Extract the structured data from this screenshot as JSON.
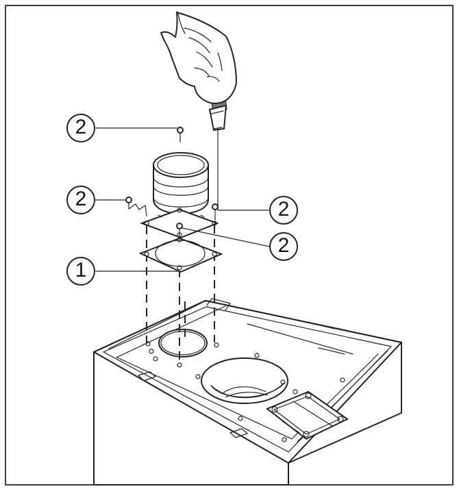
{
  "callouts": {
    "adapter_gasket": "1",
    "screw_top": "2",
    "screw_left": "2",
    "screw_right": "2",
    "screw_lower": "2"
  },
  "colors": {
    "line": "#222222",
    "frame": "#3f3f3f",
    "background": "#ffffff"
  }
}
